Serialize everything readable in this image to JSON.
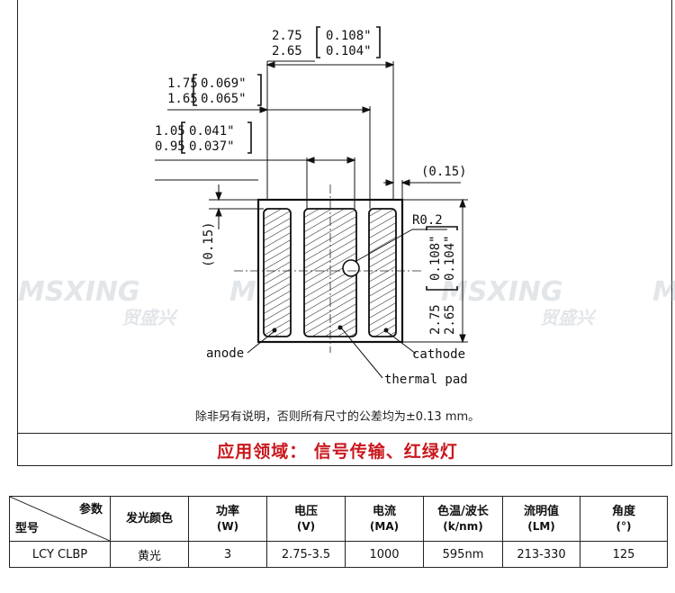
{
  "dimensions": {
    "overall_width": {
      "max": "2.75",
      "min": "2.65",
      "max_in": "0.108\"",
      "min_in": "0.104\""
    },
    "side_pad_width": {
      "max": "1.75",
      "min": "1.65",
      "max_in": "0.069\"",
      "min_in": "0.065\""
    },
    "center_pad_width": {
      "max": "1.05",
      "min": "0.95",
      "max_in": "0.041\"",
      "min_in": "0.037\""
    },
    "edge_gap": "(0.15)",
    "edge_gap_left": "(0.15)",
    "corner_radius": "R0.2",
    "overall_height": {
      "max": "2.75",
      "min": "2.65",
      "max_in": "0.108\"",
      "min_in": "0.104\""
    }
  },
  "labels": {
    "anode": "anode",
    "cathode": "cathode",
    "thermal_pad": "thermal pad"
  },
  "watermark": {
    "brand": "MSXING",
    "chinese": "贸盛兴"
  },
  "tolerance_note": "除非另有说明，否则所有尺寸的公差均为±0.13 mm。",
  "application": "应用领域： 信号传输、红绿灯",
  "table": {
    "diag_top": "参数",
    "diag_bottom": "型号",
    "headers": [
      {
        "line1": "发光颜色",
        "line2": ""
      },
      {
        "line1": "功率",
        "line2": "(W)"
      },
      {
        "line1": "电压",
        "line2": "(V)"
      },
      {
        "line1": "电流",
        "line2": "(MA)"
      },
      {
        "line1": "色温/波长",
        "line2": "(k/nm)"
      },
      {
        "line1": "流明值",
        "line2": "(LM)"
      },
      {
        "line1": "角度",
        "line2": "(°)"
      }
    ],
    "row": {
      "model": "LCY CLBP",
      "color": "黄光",
      "power": "3",
      "voltage": "2.75-3.5",
      "current": "1000",
      "wavelength": "595nm",
      "lumen": "213-330",
      "angle": "125"
    }
  }
}
